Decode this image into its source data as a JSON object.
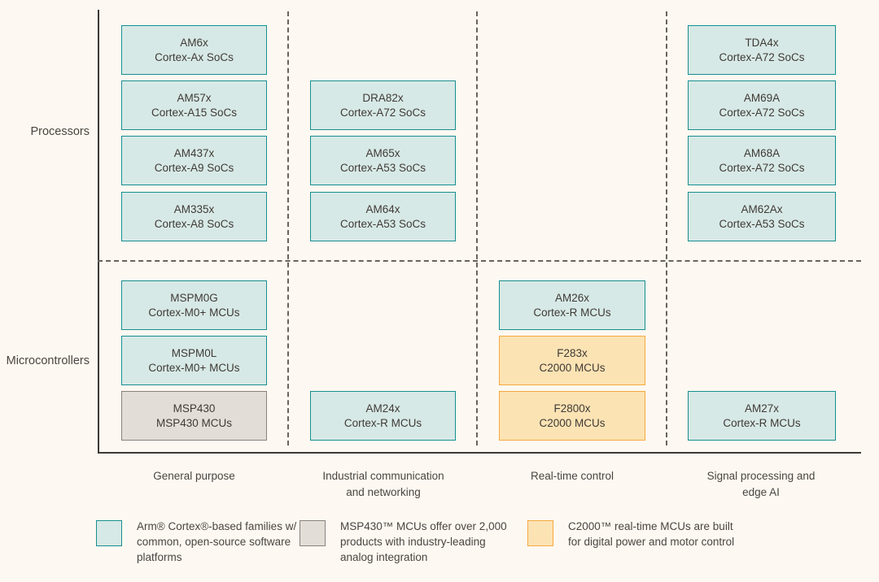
{
  "diagram": {
    "row_labels": [
      {
        "id": "processors",
        "label": "Processors"
      },
      {
        "id": "microcontrollers",
        "label": "Microcontrollers"
      }
    ],
    "column_captions": [
      {
        "id": "general-purpose",
        "line1": "General purpose",
        "line2": ""
      },
      {
        "id": "industrial-communication",
        "line1": "Industrial communication",
        "line2": "and networking"
      },
      {
        "id": "real-time-control",
        "line1": "Real-time control",
        "line2": ""
      },
      {
        "id": "signal-processing",
        "line1": "Signal processing and",
        "line2": "edge AI"
      }
    ],
    "boxes": [
      {
        "id": "am6x",
        "name": "AM6x",
        "sub": "Cortex-Ax SoCs",
        "style": "teal",
        "col": 1,
        "row": "processors"
      },
      {
        "id": "am57x",
        "name": "AM57x",
        "sub": "Cortex-A15 SoCs",
        "style": "teal",
        "col": 1,
        "row": "processors"
      },
      {
        "id": "am437x",
        "name": "AM437x",
        "sub": "Cortex-A9 SoCs",
        "style": "teal",
        "col": 1,
        "row": "processors"
      },
      {
        "id": "am335x",
        "name": "AM335x",
        "sub": "Cortex-A8 SoCs",
        "style": "teal",
        "col": 1,
        "row": "processors"
      },
      {
        "id": "dra82x",
        "name": "DRA82x",
        "sub": "Cortex-A72 SoCs",
        "style": "teal",
        "col": 2,
        "row": "processors"
      },
      {
        "id": "am65x",
        "name": "AM65x",
        "sub": "Cortex-A53 SoCs",
        "style": "teal",
        "col": 2,
        "row": "processors"
      },
      {
        "id": "am64x",
        "name": "AM64x",
        "sub": "Cortex-A53 SoCs",
        "style": "teal",
        "col": 2,
        "row": "processors"
      },
      {
        "id": "tda4x",
        "name": "TDA4x",
        "sub": "Cortex-A72 SoCs",
        "style": "teal",
        "col": 4,
        "row": "processors"
      },
      {
        "id": "am69a",
        "name": "AM69A",
        "sub": "Cortex-A72 SoCs",
        "style": "teal",
        "col": 4,
        "row": "processors"
      },
      {
        "id": "am68a",
        "name": "AM68A",
        "sub": "Cortex-A72 SoCs",
        "style": "teal",
        "col": 4,
        "row": "processors"
      },
      {
        "id": "am62ax",
        "name": "AM62Ax",
        "sub": "Cortex-A53 SoCs",
        "style": "teal",
        "col": 4,
        "row": "processors"
      },
      {
        "id": "mspm0g",
        "name": "MSPM0G",
        "sub": "Cortex-M0+ MCUs",
        "style": "teal",
        "col": 1,
        "row": "microcontrollers"
      },
      {
        "id": "mspm0l",
        "name": "MSPM0L",
        "sub": "Cortex-M0+ MCUs",
        "style": "teal",
        "col": 1,
        "row": "microcontrollers"
      },
      {
        "id": "msp430",
        "name": "MSP430",
        "sub": "MSP430 MCUs",
        "style": "gray",
        "col": 1,
        "row": "microcontrollers"
      },
      {
        "id": "am24x",
        "name": "AM24x",
        "sub": "Cortex-R MCUs",
        "style": "teal",
        "col": 2,
        "row": "microcontrollers"
      },
      {
        "id": "am26x",
        "name": "AM26x",
        "sub": "Cortex-R MCUs",
        "style": "teal",
        "col": 3,
        "row": "microcontrollers"
      },
      {
        "id": "f283x",
        "name": "F283x",
        "sub": "C2000 MCUs",
        "style": "orange",
        "col": 3,
        "row": "microcontrollers"
      },
      {
        "id": "f2800x",
        "name": "F2800x",
        "sub": "C2000 MCUs",
        "style": "orange",
        "col": 3,
        "row": "microcontrollers"
      },
      {
        "id": "am27x",
        "name": "AM27x",
        "sub": "Cortex-R MCUs",
        "style": "teal",
        "col": 4,
        "row": "microcontrollers"
      }
    ],
    "legend": [
      {
        "id": "arm-cortex",
        "style": "teal",
        "text": "Arm® Cortex®-based families w/ common, open-source software platforms"
      },
      {
        "id": "msp430",
        "style": "gray",
        "text": "MSP430™ MCUs offer over 2,000 products with industry-leading analog integration"
      },
      {
        "id": "c2000",
        "style": "orange",
        "text": "C2000™ real-time MCUs are built for digital power and motor control"
      }
    ],
    "colors": {
      "background": "#fdf8f2",
      "axis": "#3d3935",
      "divider": "#6b635b",
      "teal_fill": "#d7e9e6",
      "teal_border": "#168f8f",
      "gray_fill": "#e2ded7",
      "gray_border": "#8b8279",
      "orange_fill": "#fce3b4",
      "orange_border": "#f5a93f",
      "text": "#3f3a35"
    }
  }
}
